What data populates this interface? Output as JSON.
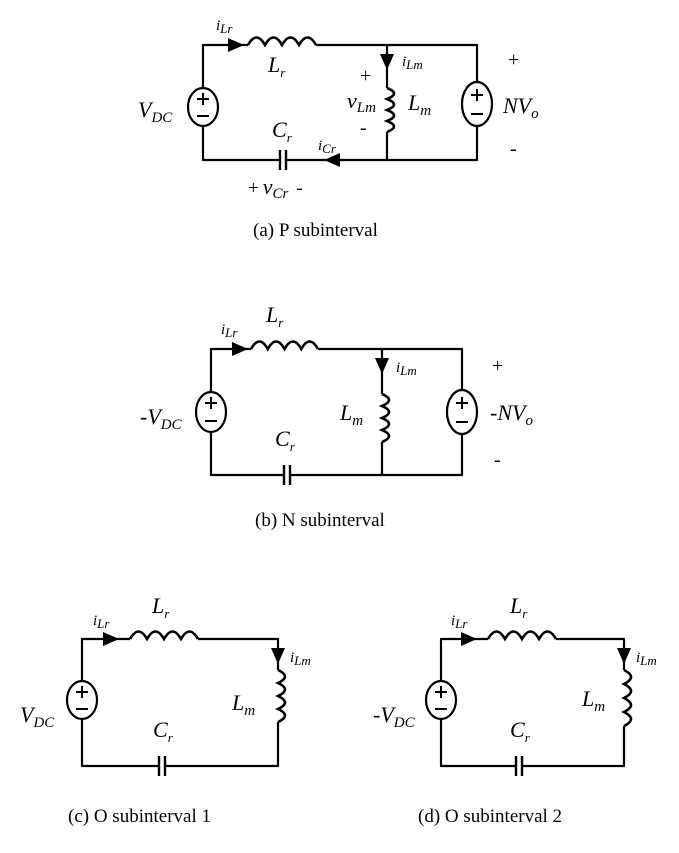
{
  "panels": {
    "a": {
      "caption": "(a)  P  subinterval",
      "iLr": {
        "base": "i",
        "sub": "Lr"
      },
      "Lr": {
        "base": "L",
        "sub": "r"
      },
      "VDC": {
        "base": "V",
        "sub": "DC"
      },
      "Cr": {
        "base": "C",
        "sub": "r"
      },
      "iCr": {
        "base": "i",
        "sub": "Cr"
      },
      "vCr": {
        "plus": "+",
        "base": "v",
        "sub": "Cr",
        "minus": "-"
      },
      "iLm": {
        "base": "i",
        "sub": "Lm"
      },
      "vLm": {
        "plus": "+",
        "base": "v",
        "sub": "Lm",
        "minus": "-"
      },
      "Lm": {
        "base": "L",
        "sub": "m"
      },
      "NVo": {
        "base": "NV",
        "sub": "o"
      },
      "out_plus": "+",
      "out_minus": "-"
    },
    "b": {
      "caption": "(b)  N  subinterval",
      "iLr": {
        "base": "i",
        "sub": "Lr"
      },
      "Lr": {
        "base": "L",
        "sub": "r"
      },
      "VDC": {
        "base": "-V",
        "sub": "DC"
      },
      "Cr": {
        "base": "C",
        "sub": "r"
      },
      "iLm": {
        "base": "i",
        "sub": "Lm"
      },
      "Lm": {
        "base": "L",
        "sub": "m"
      },
      "NVo": {
        "base": "-NV",
        "sub": "o"
      },
      "out_plus": "+",
      "out_minus": "-"
    },
    "c": {
      "caption": "(c)  O  subinterval  1",
      "iLr": {
        "base": "i",
        "sub": "Lr"
      },
      "Lr": {
        "base": "L",
        "sub": "r"
      },
      "VDC": {
        "base": "V",
        "sub": "DC"
      },
      "Cr": {
        "base": "C",
        "sub": "r"
      },
      "iLm": {
        "base": "i",
        "sub": "Lm"
      },
      "Lm": {
        "base": "L",
        "sub": "m"
      }
    },
    "d": {
      "caption": "(d)  O  subinterval  2",
      "iLr": {
        "base": "i",
        "sub": "Lr"
      },
      "Lr": {
        "base": "L",
        "sub": "r"
      },
      "VDC": {
        "base": "-V",
        "sub": "DC"
      },
      "Cr": {
        "base": "C",
        "sub": "r"
      },
      "iLm": {
        "base": "i",
        "sub": "Lm"
      },
      "Lm": {
        "base": "L",
        "sub": "m"
      }
    }
  }
}
